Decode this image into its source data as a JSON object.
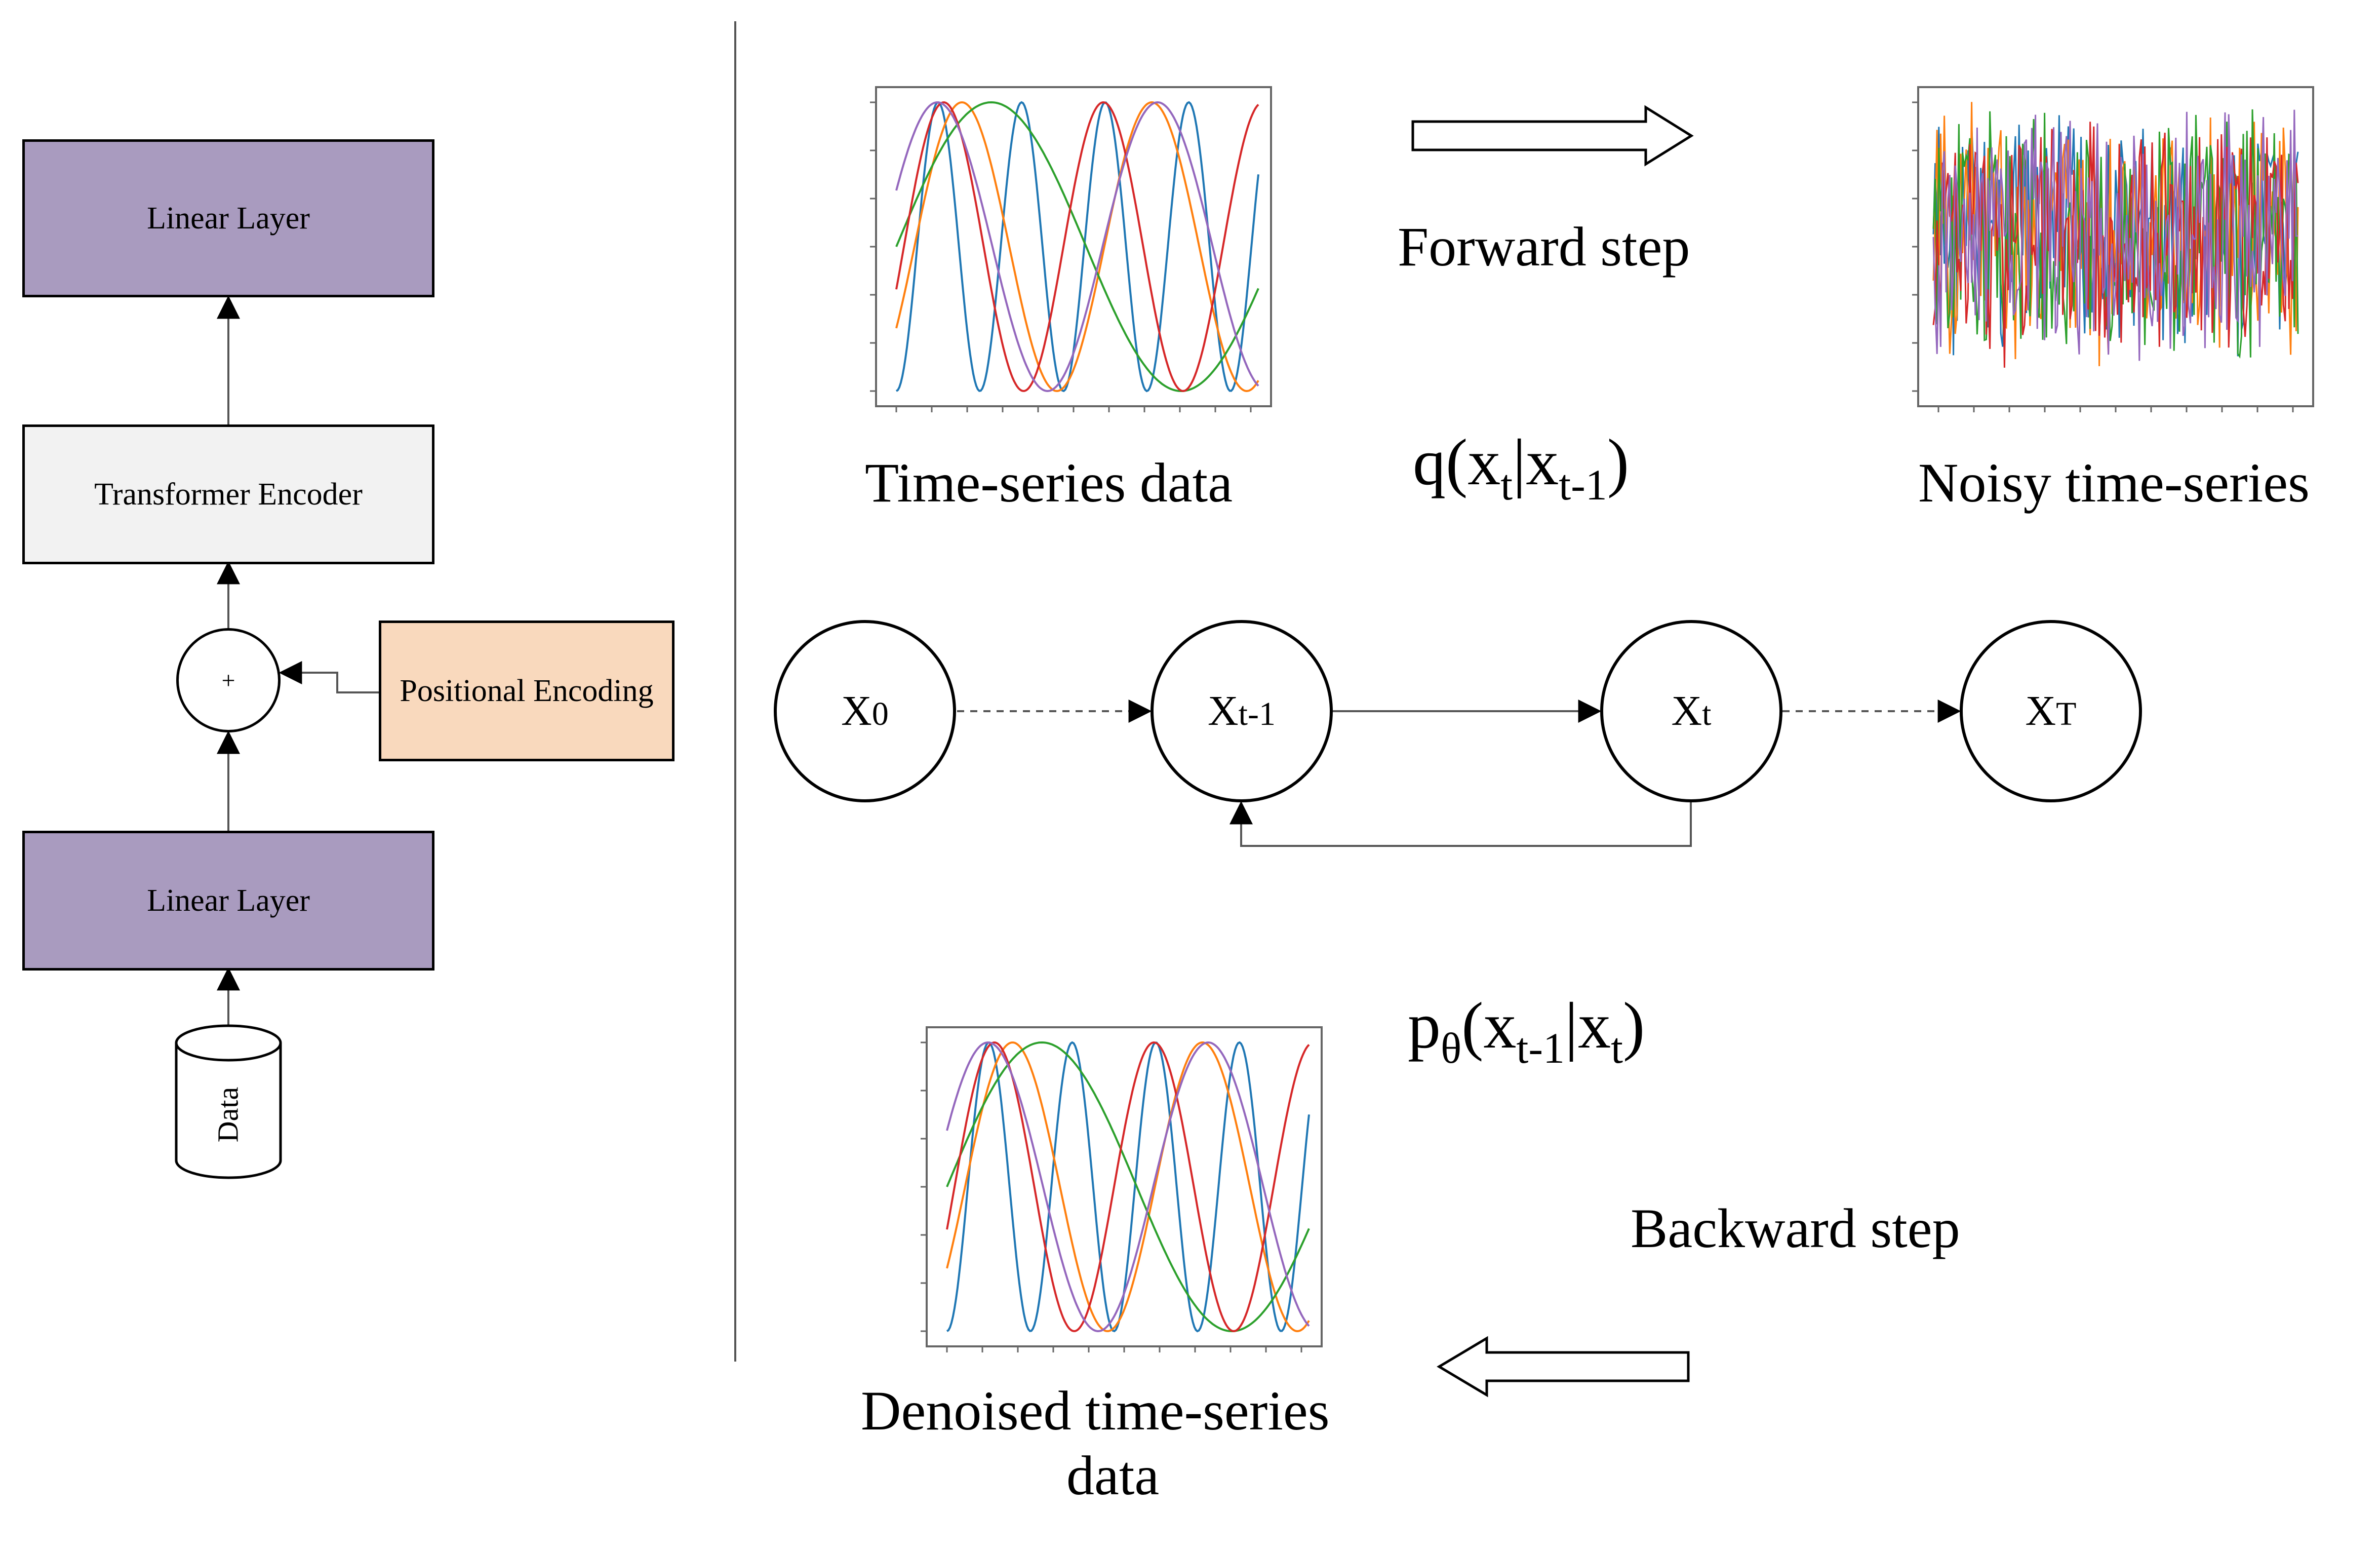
{
  "left_panel": {
    "linear_layer_top": "Linear Layer",
    "transformer_encoder": "Transformer Encoder",
    "plus_symbol": "+",
    "positional_encoding": "Positional Encoding",
    "linear_layer_bottom": "Linear Layer",
    "data_store": "Data"
  },
  "right_panel": {
    "time_series_caption": "Time-series data",
    "forward_step": "Forward step",
    "noisy_caption": "Noisy time-series",
    "forward_formula": {
      "q": "q(x",
      "t": "t",
      "bar": "|x",
      "tm1": "t-1",
      "close": ")"
    },
    "nodes": [
      {
        "base": "X",
        "sub": "0"
      },
      {
        "base": "X",
        "sub": "t-1"
      },
      {
        "base": "X",
        "sub": "t"
      },
      {
        "base": "X",
        "sub": "T"
      }
    ],
    "backward_formula": {
      "p": "p",
      "theta": "θ",
      "open": "(x",
      "tm1": "t-1",
      "bar": "|x",
      "t": "t",
      "close": ")"
    },
    "backward_step": "Backward step",
    "denoised_caption_line1": "Denoised time-series",
    "denoised_caption_line2": "data"
  },
  "colors": {
    "linear_layer_fill": "#a99bbf",
    "transformer_fill": "#f2f2f2",
    "positional_fill": "#f9d9bd",
    "series": [
      "#1f77b4",
      "#ff7f0e",
      "#2ca02c",
      "#d62728",
      "#9467bd"
    ]
  }
}
